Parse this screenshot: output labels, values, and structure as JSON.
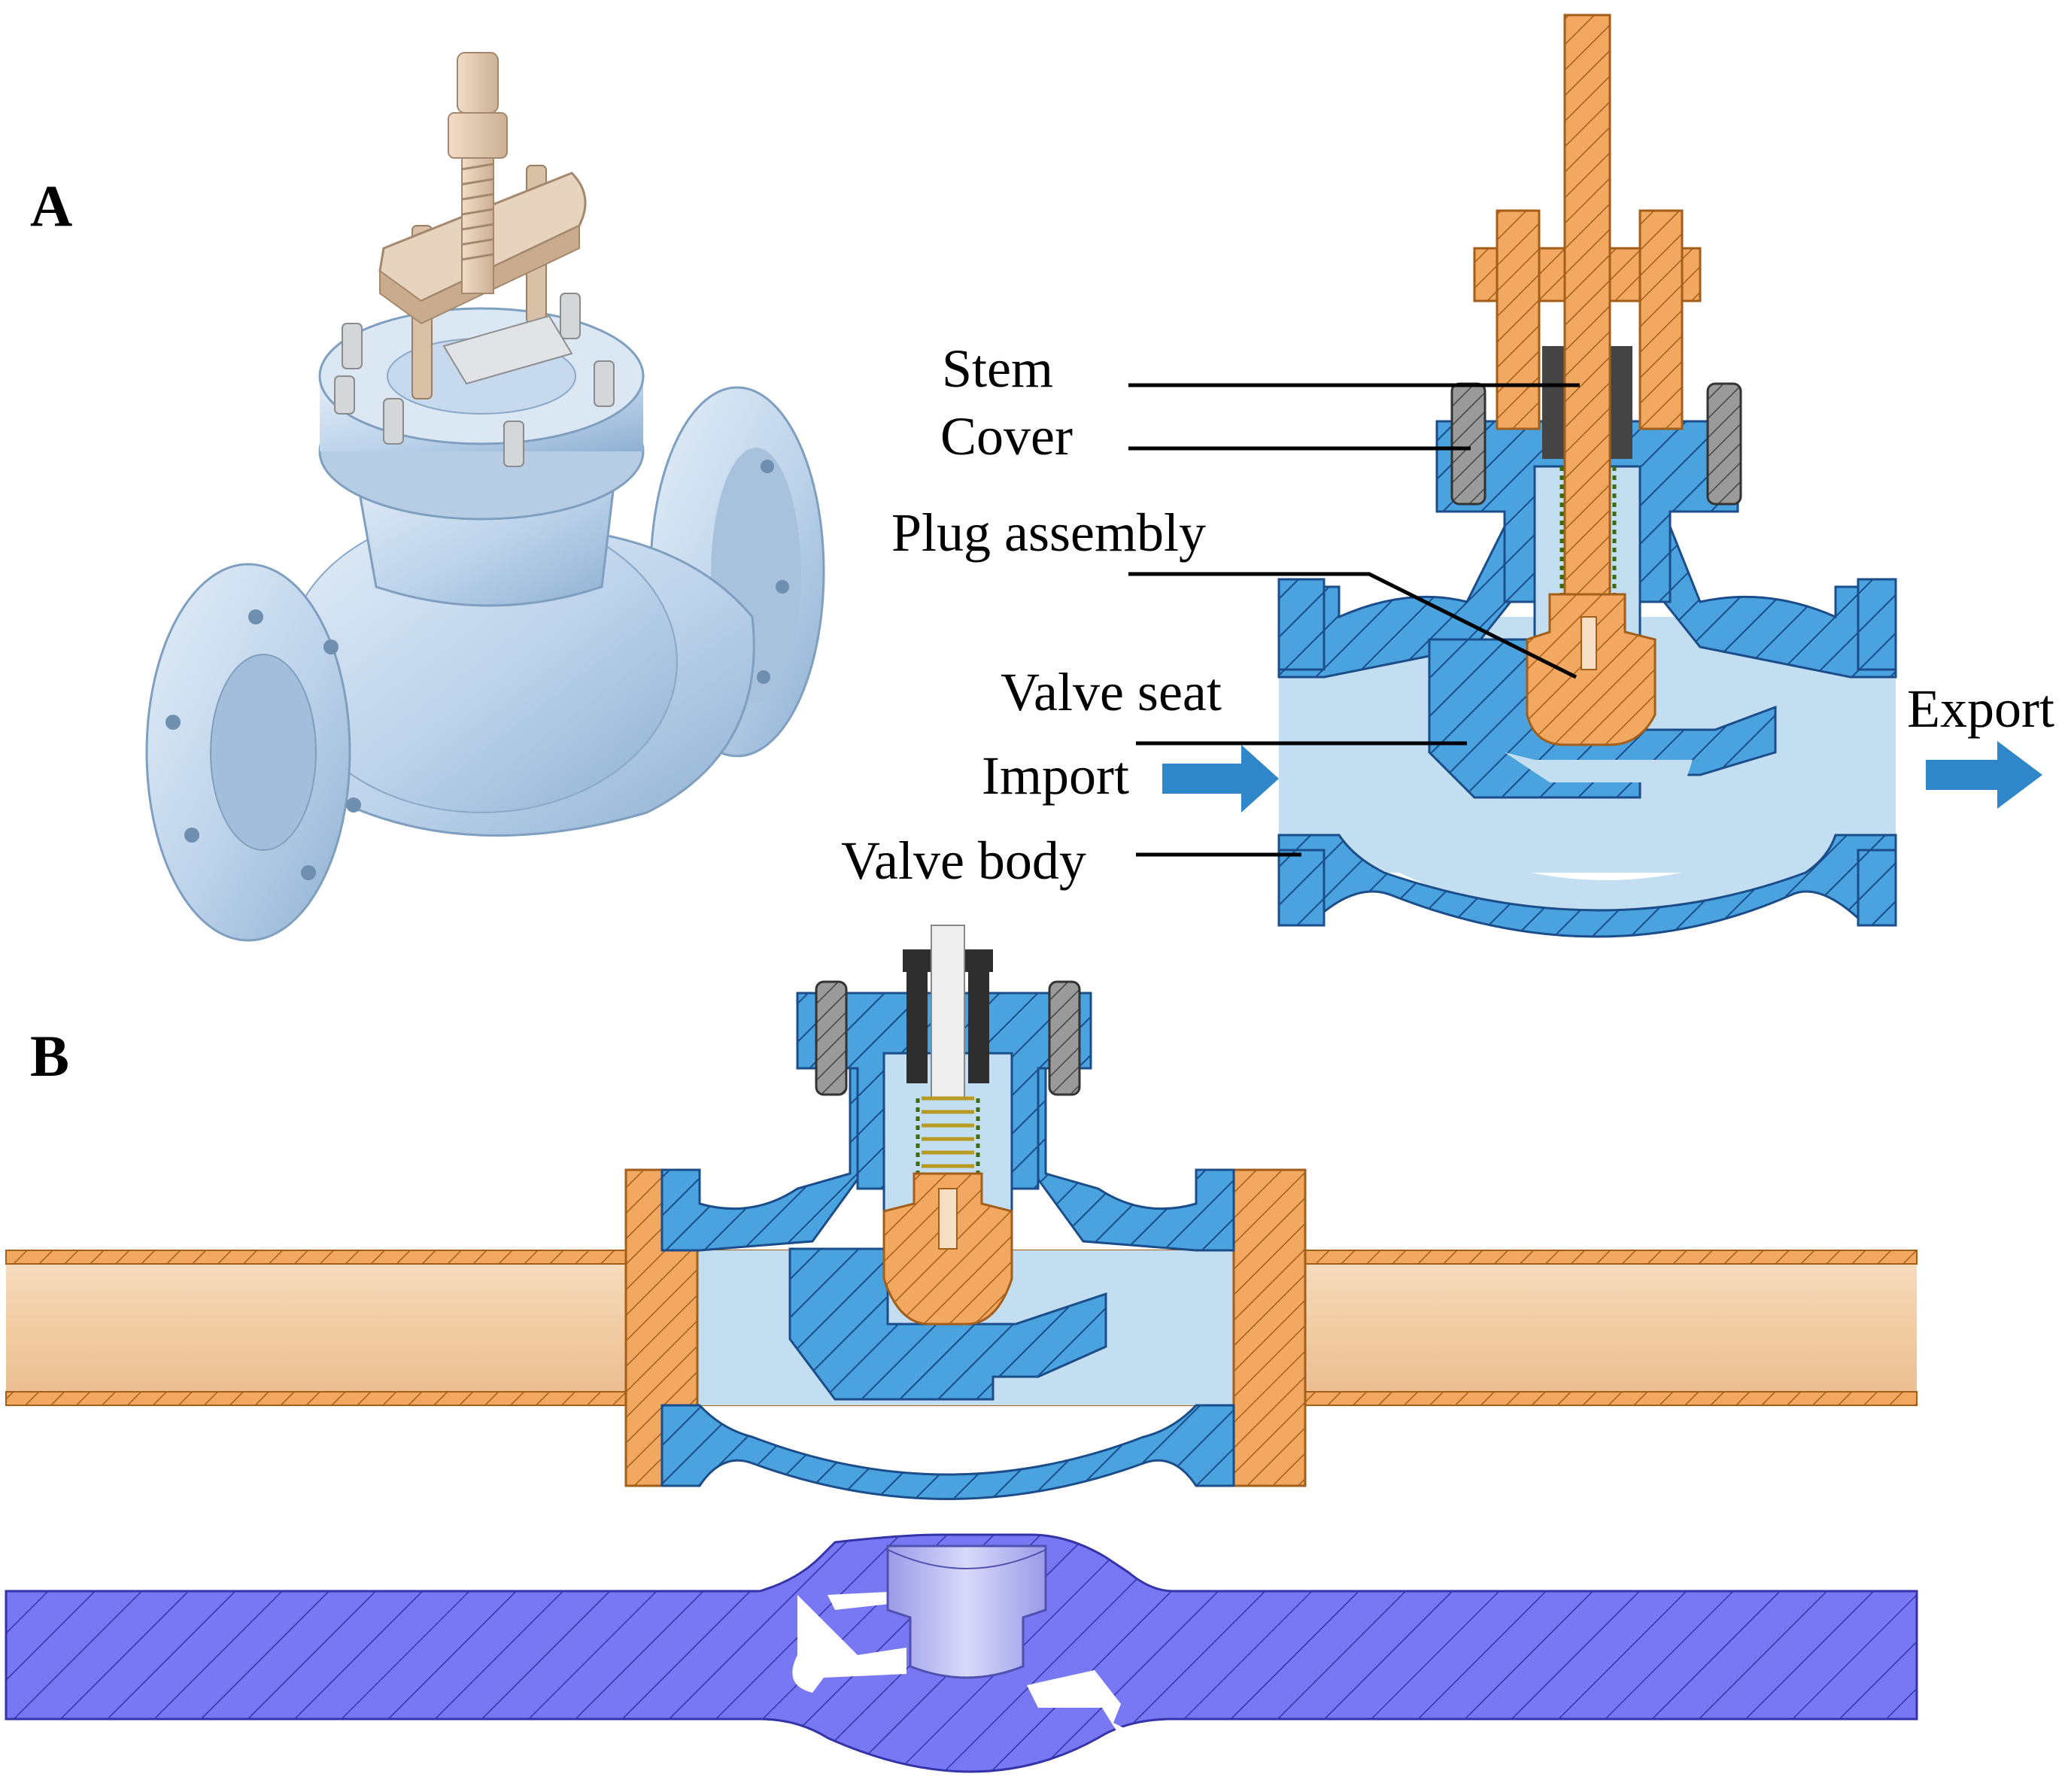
{
  "panels": {
    "a": {
      "letter": "A"
    },
    "b": {
      "letter": "B"
    }
  },
  "callouts": {
    "stem": "Stem",
    "cover": "Cover",
    "plug_assembly": "Plug assembly",
    "valve_seat": "Valve seat",
    "import": "Import",
    "export": "Export",
    "valve_body": "Valve body"
  },
  "colors": {
    "body_blue": "#4aa3df",
    "body_light": "#cfe3f3",
    "flow_cavity": "#c3ddf1",
    "plug_orange": "#f2a861",
    "pipe_tan": "#f3d2ad",
    "fluid_domain": "#7878f5",
    "arrow_blue": "#2f86c8",
    "bolt_gray": "#8c8c8c"
  }
}
